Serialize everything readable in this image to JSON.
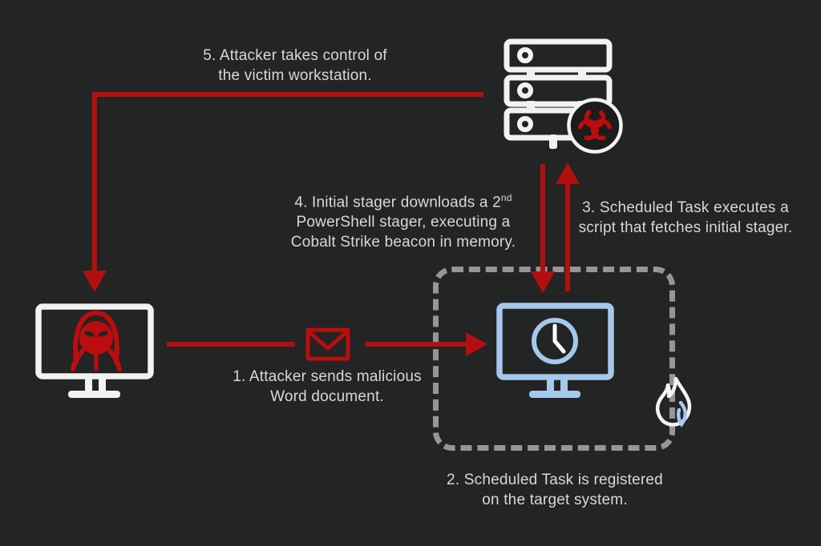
{
  "title": "Attack chain diagram: scheduled task to Cobalt Strike beacon",
  "colors": {
    "background": "#232424",
    "arrow_red": "#b30f0f",
    "icon_red": "#bb0d0d",
    "icon_white": "#f2f2f2",
    "icon_blue": "#a6c8ec",
    "dash_gray": "#969696",
    "text_gray": "#d8d8d8"
  },
  "steps": {
    "step1": {
      "line1": "1. Attacker sends malicious",
      "line2": "Word document."
    },
    "step2": {
      "line1": "2. Scheduled Task is registered",
      "line2": "on the target system."
    },
    "step3": {
      "line1": "3. Scheduled Task executes a",
      "line2": "script that fetches initial stager."
    },
    "step4": {
      "line1_pre": "4. Initial stager downloads a 2",
      "line1_sup": "nd",
      "line2": "PowerShell stager, executing a",
      "line3": "Cobalt Strike beacon in memory."
    },
    "step5": {
      "line1": "5. Attacker takes control of",
      "line2": "the victim workstation."
    }
  },
  "icons": {
    "server": "attacker C2 server rack (white outline)",
    "biohazard_badge": "red biohazard symbol in white-ringed circle",
    "attacker_workstation": "white monitor with red hooded hacker",
    "envelope": "red mail envelope (malicious document)",
    "victim_workstation": "blue monitor with clock (scheduled task)",
    "flame": "white flame with blue inner flame",
    "target_boundary": "gray dashed rounded rectangle around target system"
  }
}
